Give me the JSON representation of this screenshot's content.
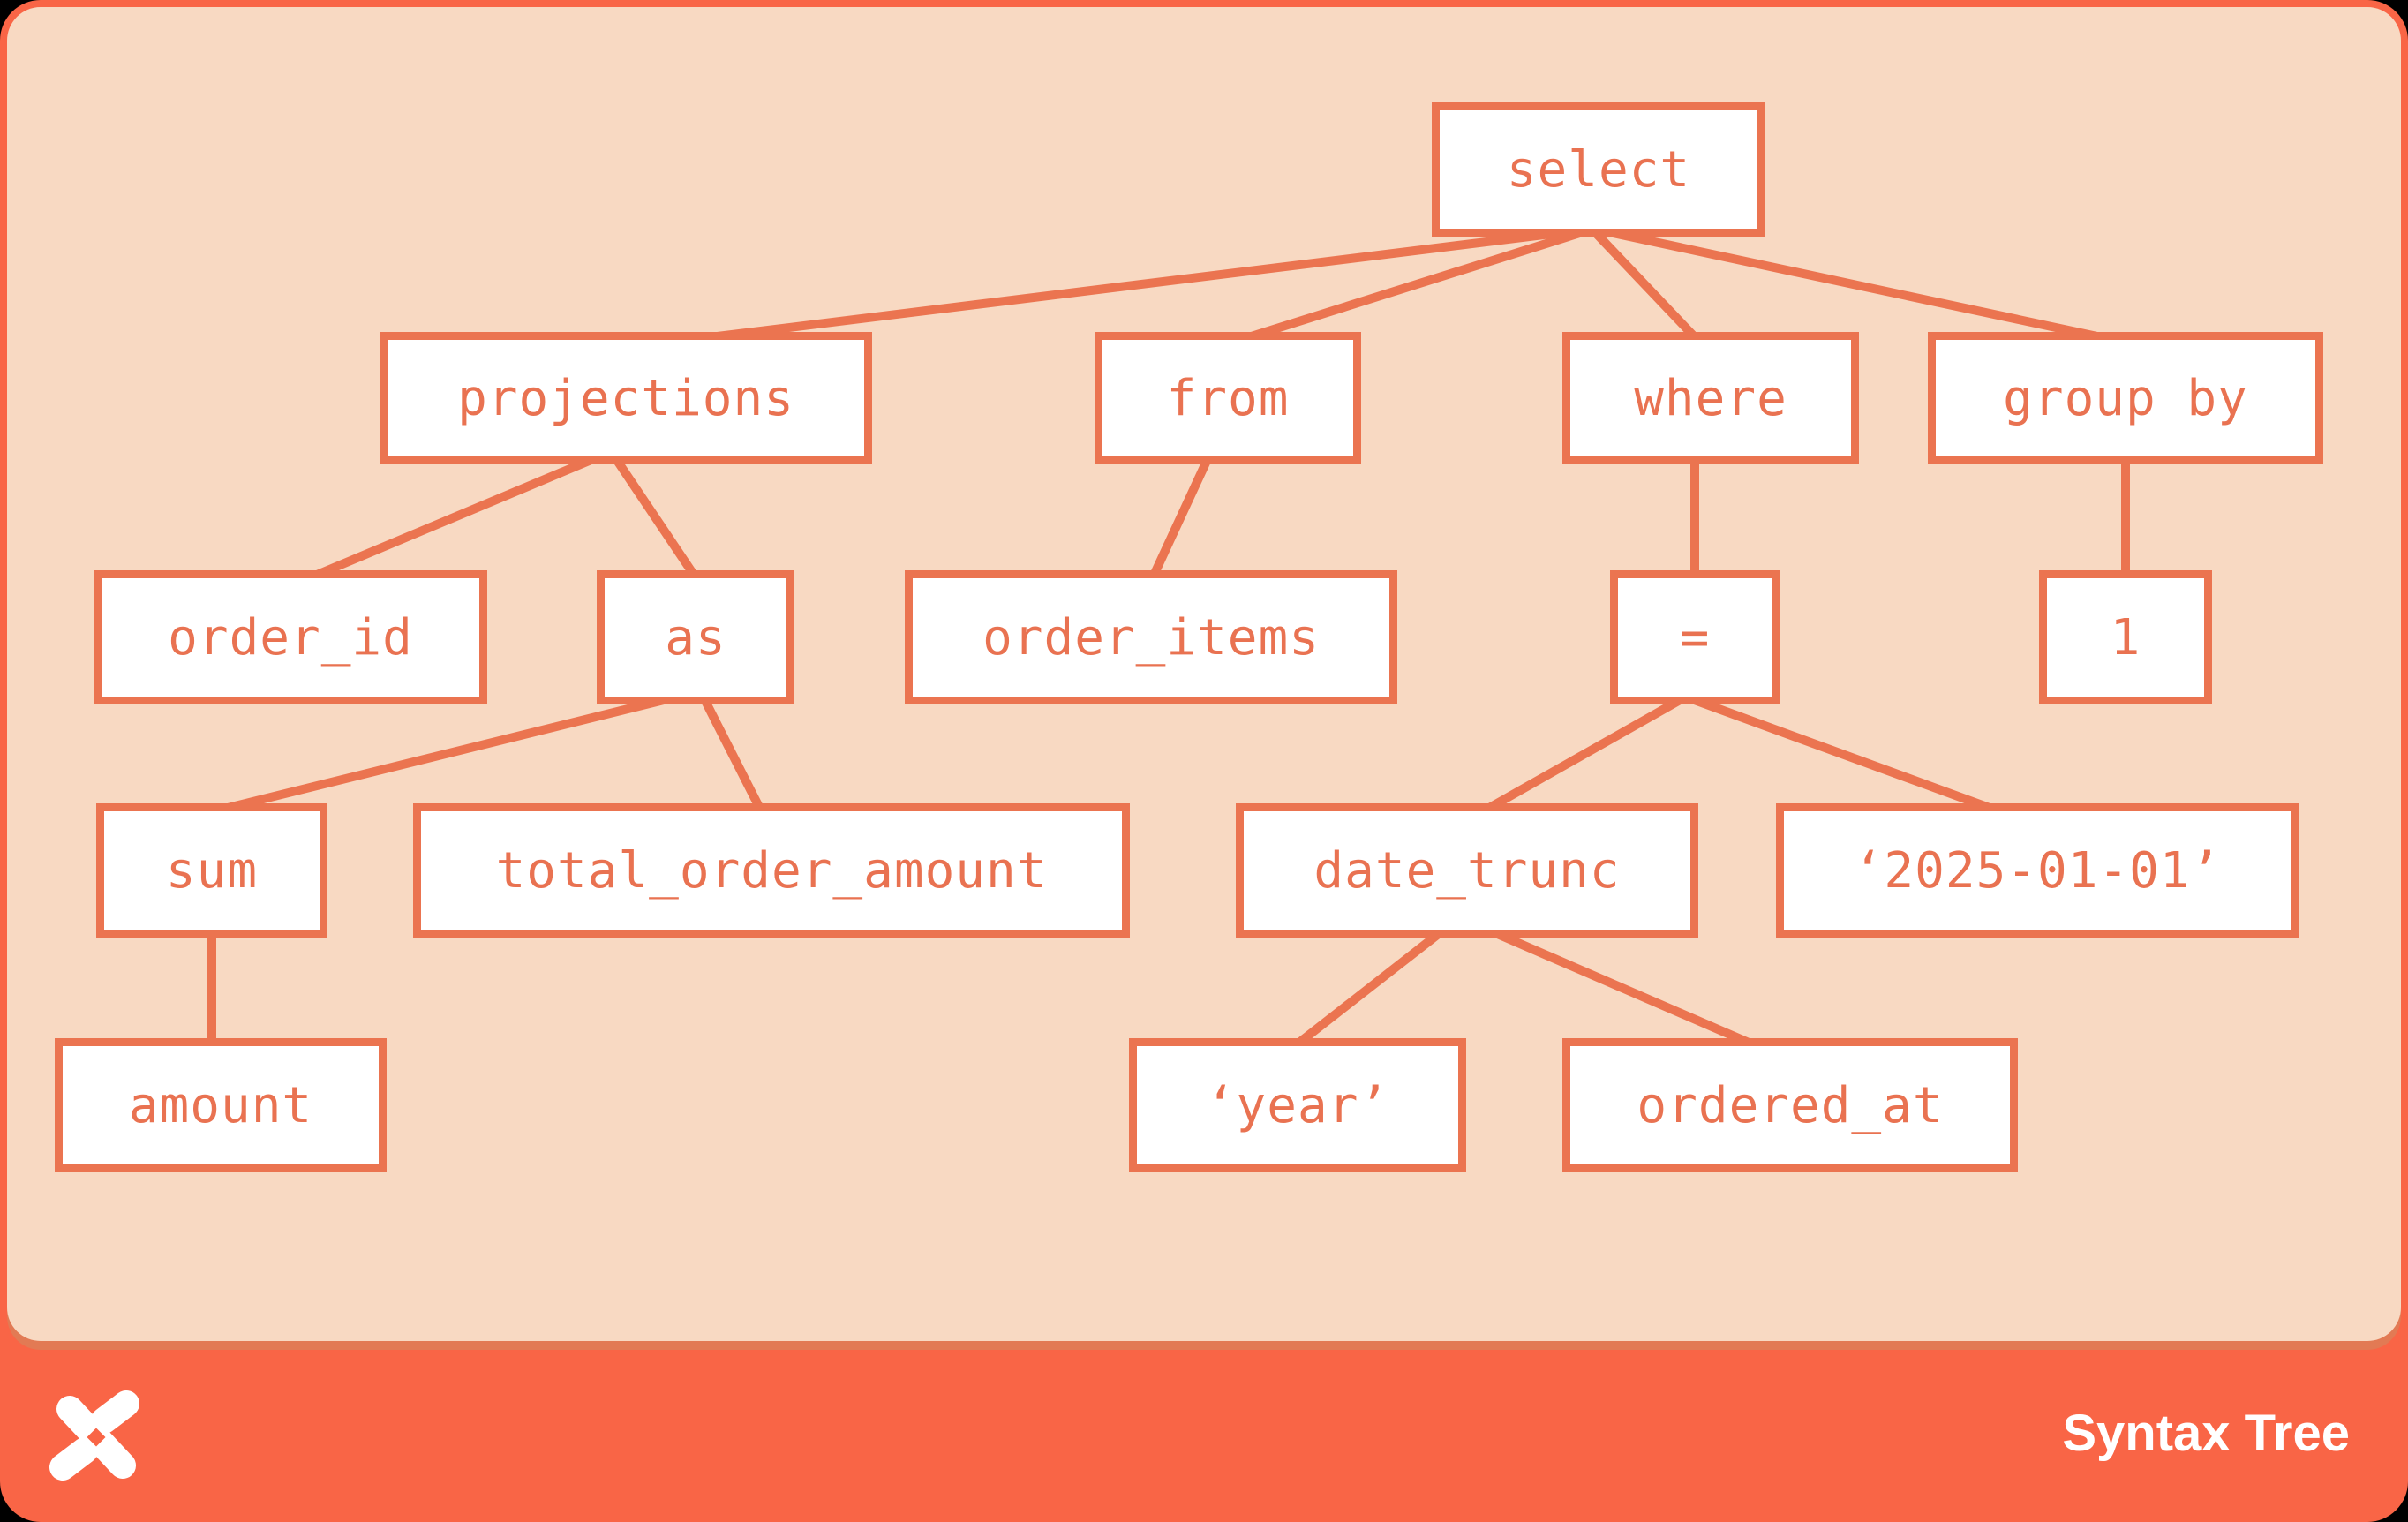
{
  "colors": {
    "background": "#000000",
    "card_coral": "#F96546",
    "panel_peach": "#F8D9C2",
    "node_border": "#EB7450",
    "node_text": "#E97251",
    "node_fill": "#FFFFFF",
    "panel_shadow": "#E27A54",
    "footer_text": "#FFFFFF"
  },
  "footer": {
    "title": "Syntax Tree",
    "logo": "pinwheel-x-logo"
  },
  "tree": {
    "nodes": {
      "select": {
        "label": "select"
      },
      "projections": {
        "label": "projections"
      },
      "from": {
        "label": "from"
      },
      "where": {
        "label": "where"
      },
      "group_by": {
        "label": "group by"
      },
      "order_id": {
        "label": "order_id"
      },
      "as": {
        "label": "as"
      },
      "order_items": {
        "label": "order_items"
      },
      "eq": {
        "label": "="
      },
      "one": {
        "label": "1"
      },
      "sum": {
        "label": "sum"
      },
      "total_order_amount": {
        "label": "total_order_amount"
      },
      "date_trunc": {
        "label": "date_trunc"
      },
      "date_literal": {
        "label": "‘2025-01-01’"
      },
      "amount": {
        "label": "amount"
      },
      "year_literal": {
        "label": "‘year’"
      },
      "ordered_at": {
        "label": "ordered_at"
      }
    },
    "edges": [
      [
        "select",
        "projections"
      ],
      [
        "select",
        "from"
      ],
      [
        "select",
        "where"
      ],
      [
        "select",
        "group_by"
      ],
      [
        "projections",
        "order_id"
      ],
      [
        "projections",
        "as"
      ],
      [
        "from",
        "order_items"
      ],
      [
        "where",
        "eq"
      ],
      [
        "group_by",
        "one"
      ],
      [
        "as",
        "sum"
      ],
      [
        "as",
        "total_order_amount"
      ],
      [
        "eq",
        "date_trunc"
      ],
      [
        "eq",
        "date_literal"
      ],
      [
        "sum",
        "amount"
      ],
      [
        "date_trunc",
        "year_literal"
      ],
      [
        "date_trunc",
        "ordered_at"
      ]
    ]
  }
}
